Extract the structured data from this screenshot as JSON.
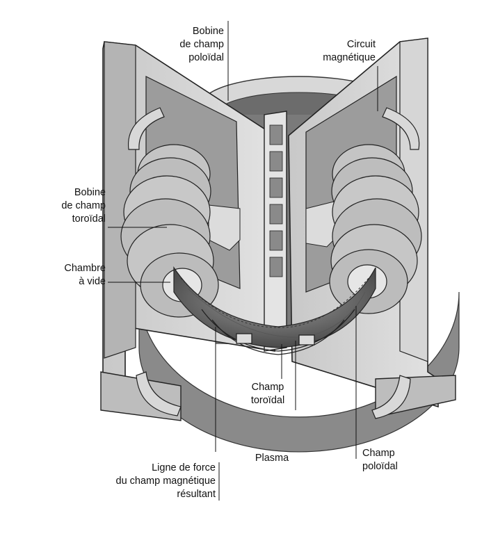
{
  "labels": {
    "bobine_poloidal": [
      "Bobine",
      "de champ",
      "poloïdal"
    ],
    "circuit_magnetique": [
      "Circuit",
      "magnétique"
    ],
    "bobine_toroidal": [
      "Bobine",
      "de champ",
      "toroïdal"
    ],
    "chambre_vide": [
      "Chambre",
      "à vide"
    ],
    "champ_toroidal": [
      "Champ",
      "toroïdal"
    ],
    "plasma": [
      "Plasma"
    ],
    "champ_poloidal": [
      "Champ",
      "poloïdal"
    ],
    "ligne_de_force": [
      "Ligne de force",
      "du champ magnétique",
      "résultant"
    ]
  },
  "colors": {
    "background": "#ffffff",
    "frame_light": "#d4d4d4",
    "frame_mid": "#9a9a9a",
    "frame_dark": "#5a5a5a",
    "coil": "#bdbdbd",
    "plasma": "#6e6e6e"
  }
}
